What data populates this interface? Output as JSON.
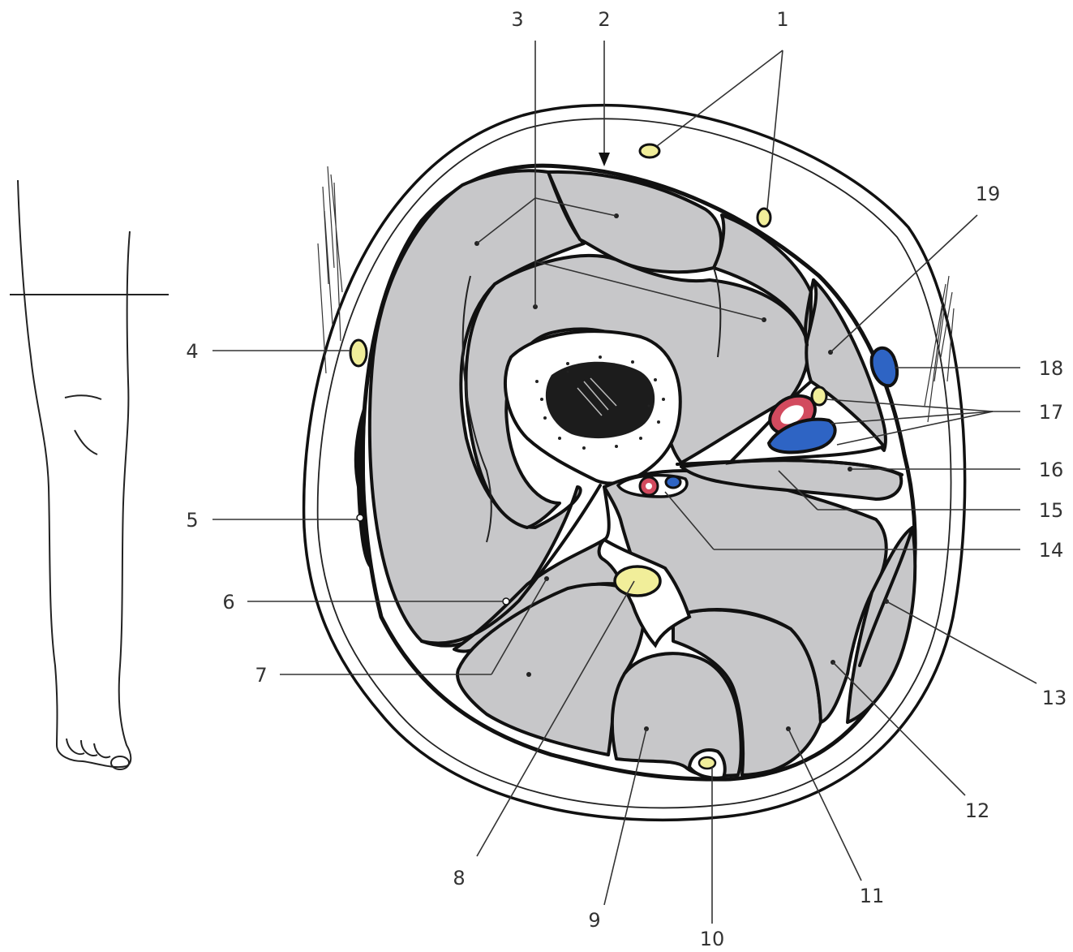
{
  "diagram": {
    "labels": [
      "1",
      "2",
      "3",
      "4",
      "5",
      "6",
      "7",
      "8",
      "9",
      "10",
      "11",
      "12",
      "13",
      "14",
      "15",
      "16",
      "17",
      "18",
      "19"
    ],
    "colors": {
      "muscle": "#c7c7c9",
      "outline": "#111111",
      "nerve": "#f1ee9a",
      "artery": "#d24a5e",
      "vein": "#2e64c4",
      "bone_cortex": "#ffffff",
      "marrow": "#1a1a1a"
    }
  }
}
